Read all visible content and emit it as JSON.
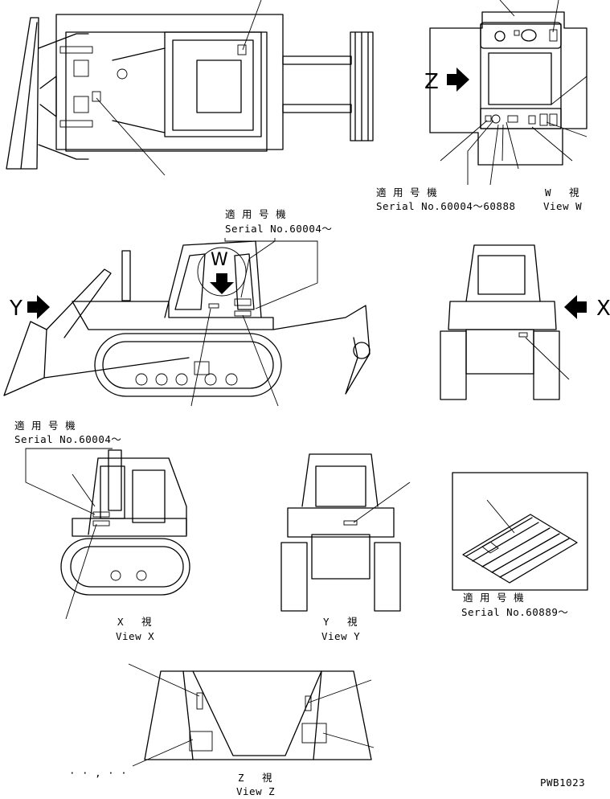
{
  "applicable_label": "適 用 号 機",
  "view_char": "視",
  "serials": {
    "view_w": "Serial No.60004～60888",
    "side": "Serial No.60004～",
    "view_x": "Serial No.60004～",
    "manual": "Serial No.60889～"
  },
  "views": {
    "w": {
      "letter": "W",
      "caption": "View W"
    },
    "x": {
      "letter": "X",
      "caption": "View X"
    },
    "y": {
      "letter": "Y",
      "caption": "View Y"
    },
    "z": {
      "letter": "Z",
      "caption": "View Z"
    }
  },
  "markers": {
    "z": "Z",
    "w": "W",
    "y": "Y",
    "x": "X"
  },
  "stray_mark": "· · , · ·",
  "drawing_number": "PWB1023"
}
